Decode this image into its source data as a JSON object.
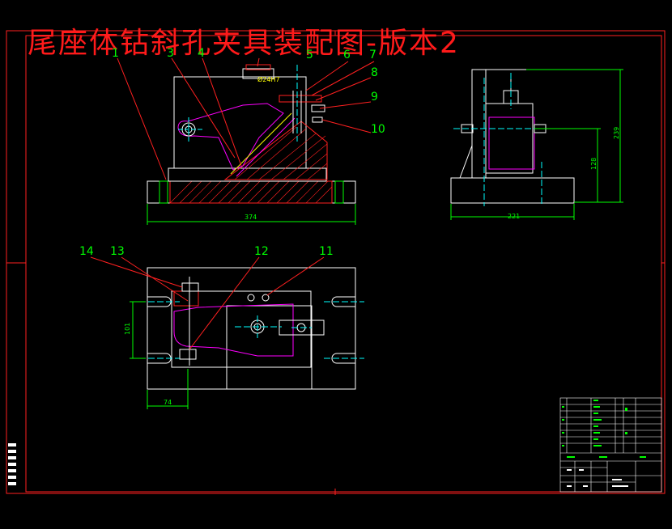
{
  "title": "尾座体钻斜孔夹具装配图-版本2",
  "colors": {
    "background": "#000000",
    "frame": "#ff2020",
    "outline": "#ffffff",
    "hatch": "#ff2020",
    "part": "#ff00ff",
    "leader": "#ff2020",
    "balloon_number": "#00ff00",
    "center_line": "#00ffff",
    "dimension": "#00ff00"
  },
  "balloons": {
    "b1": "1",
    "b3": "3",
    "b4": "4",
    "b5": "5",
    "b6": "6",
    "b7": "7",
    "b8": "8",
    "b9": "9",
    "b10": "10",
    "b11": "11",
    "b12": "12",
    "b13": "13",
    "b14": "14"
  },
  "dimensions": {
    "front_width": "374",
    "side_width": "221",
    "side_height_lower": "128",
    "side_height_total": "239",
    "plan_height": "101",
    "plan_width": "74",
    "bushing_dia": "Ø24H7"
  }
}
